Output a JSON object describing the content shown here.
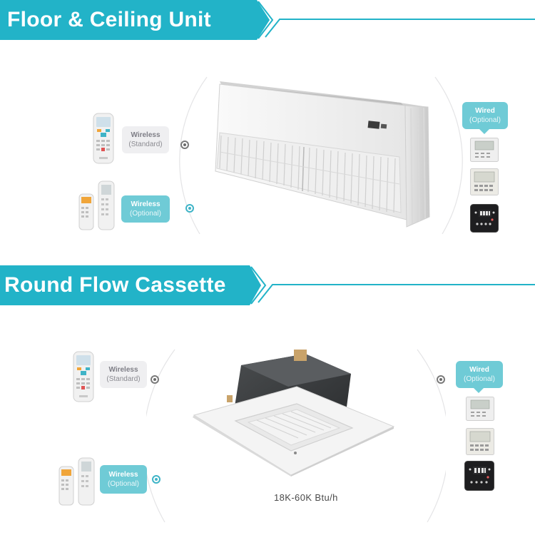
{
  "sections": [
    {
      "title": "Floor & Ceiling Unit",
      "wireless_standard": {
        "title": "Wireless",
        "subtitle": "(Standard)"
      },
      "wireless_optional": {
        "title": "Wireless",
        "subtitle": "(Optional)"
      },
      "wired": {
        "title": "Wired",
        "subtitle": "(Optional)"
      }
    },
    {
      "title": "Round Flow Cassette",
      "wireless_standard": {
        "title": "Wireless",
        "subtitle": "(Standard)"
      },
      "wireless_optional": {
        "title": "Wireless",
        "subtitle": "(Optional)"
      },
      "wired": {
        "title": "Wired",
        "subtitle": "(Optional)"
      },
      "capacity": "18K-60K Btu/h"
    }
  ],
  "colors": {
    "banner": "#22b3c8",
    "label_teal": "#6fcbd6",
    "label_grey": "#efeff1",
    "arc": "#e4e4e6"
  },
  "icons": {
    "wireless_remote": "remote-control-icon",
    "wired_controller": "wall-controller-icon"
  }
}
